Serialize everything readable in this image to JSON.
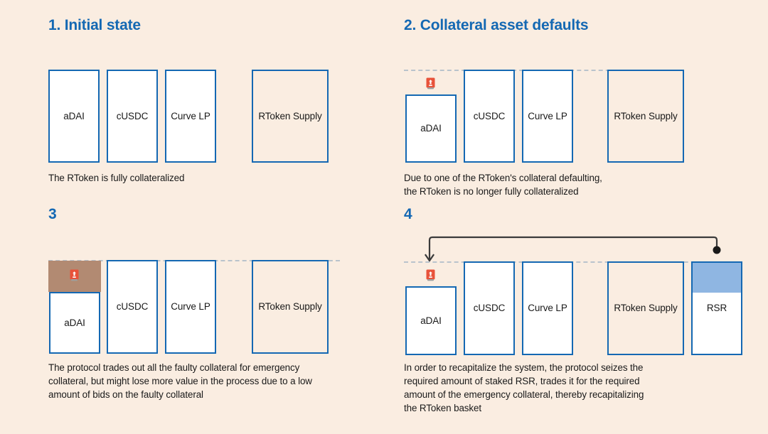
{
  "background_color": "#FAEDE1",
  "accent_color": "#1468B3",
  "loss_color": "#B28A72",
  "rsr_color": "#8FB6E2",
  "dashed_color": "#B9C3CC",
  "arrow_color": "#3A3A3A",
  "alert_icon_color": "#E8523A",
  "panels": [
    {
      "id": "panel-1",
      "title": "1. Initial state",
      "caption": "The RToken is fully collateralized",
      "boxes": [
        {
          "label": "aDAI",
          "kind": "collateral"
        },
        {
          "label": "cUSDC",
          "kind": "collateral"
        },
        {
          "label": "Curve LP",
          "kind": "collateral"
        },
        {
          "label": "RToken\nSupply",
          "kind": "supply"
        }
      ]
    },
    {
      "id": "panel-2",
      "title": "2. Collateral asset defaults",
      "caption": "Due to one of the RToken's collateral defaulting,\nthe RToken is no longer fully collateralized",
      "boxes": [
        {
          "label": "aDAI",
          "kind": "collateral",
          "defaulted": true
        },
        {
          "label": "cUSDC",
          "kind": "collateral"
        },
        {
          "label": "Curve LP",
          "kind": "collateral"
        },
        {
          "label": "RToken\nSupply",
          "kind": "supply"
        }
      ]
    },
    {
      "id": "panel-3",
      "title": "3",
      "caption": "The protocol trades out all the faulty collateral for emergency\ncollateral, but might lose more value in the process due to a low\namount of bids on the faulty collateral",
      "boxes": [
        {
          "label": "aDAI",
          "kind": "collateral",
          "defaulted": true,
          "loss_block": true
        },
        {
          "label": "cUSDC",
          "kind": "collateral"
        },
        {
          "label": "Curve LP",
          "kind": "collateral"
        },
        {
          "label": "RToken\nSupply",
          "kind": "supply"
        }
      ]
    },
    {
      "id": "panel-4",
      "title": "4",
      "caption": "In order to recapitalize the system, the protocol seizes the\nrequired amount of staked RSR, trades it for the required\namount of the emergency collateral, thereby recapitalizing\nthe RToken basket",
      "boxes": [
        {
          "label": "aDAI",
          "kind": "collateral",
          "defaulted": true
        },
        {
          "label": "cUSDC",
          "kind": "collateral"
        },
        {
          "label": "Curve LP",
          "kind": "collateral"
        },
        {
          "label": "RToken\nSupply",
          "kind": "supply"
        },
        {
          "label": "RSR",
          "kind": "stake"
        }
      ]
    }
  ],
  "icons": {
    "alert": "alert-token-icon",
    "arrow": "transfer-arrow-icon"
  }
}
